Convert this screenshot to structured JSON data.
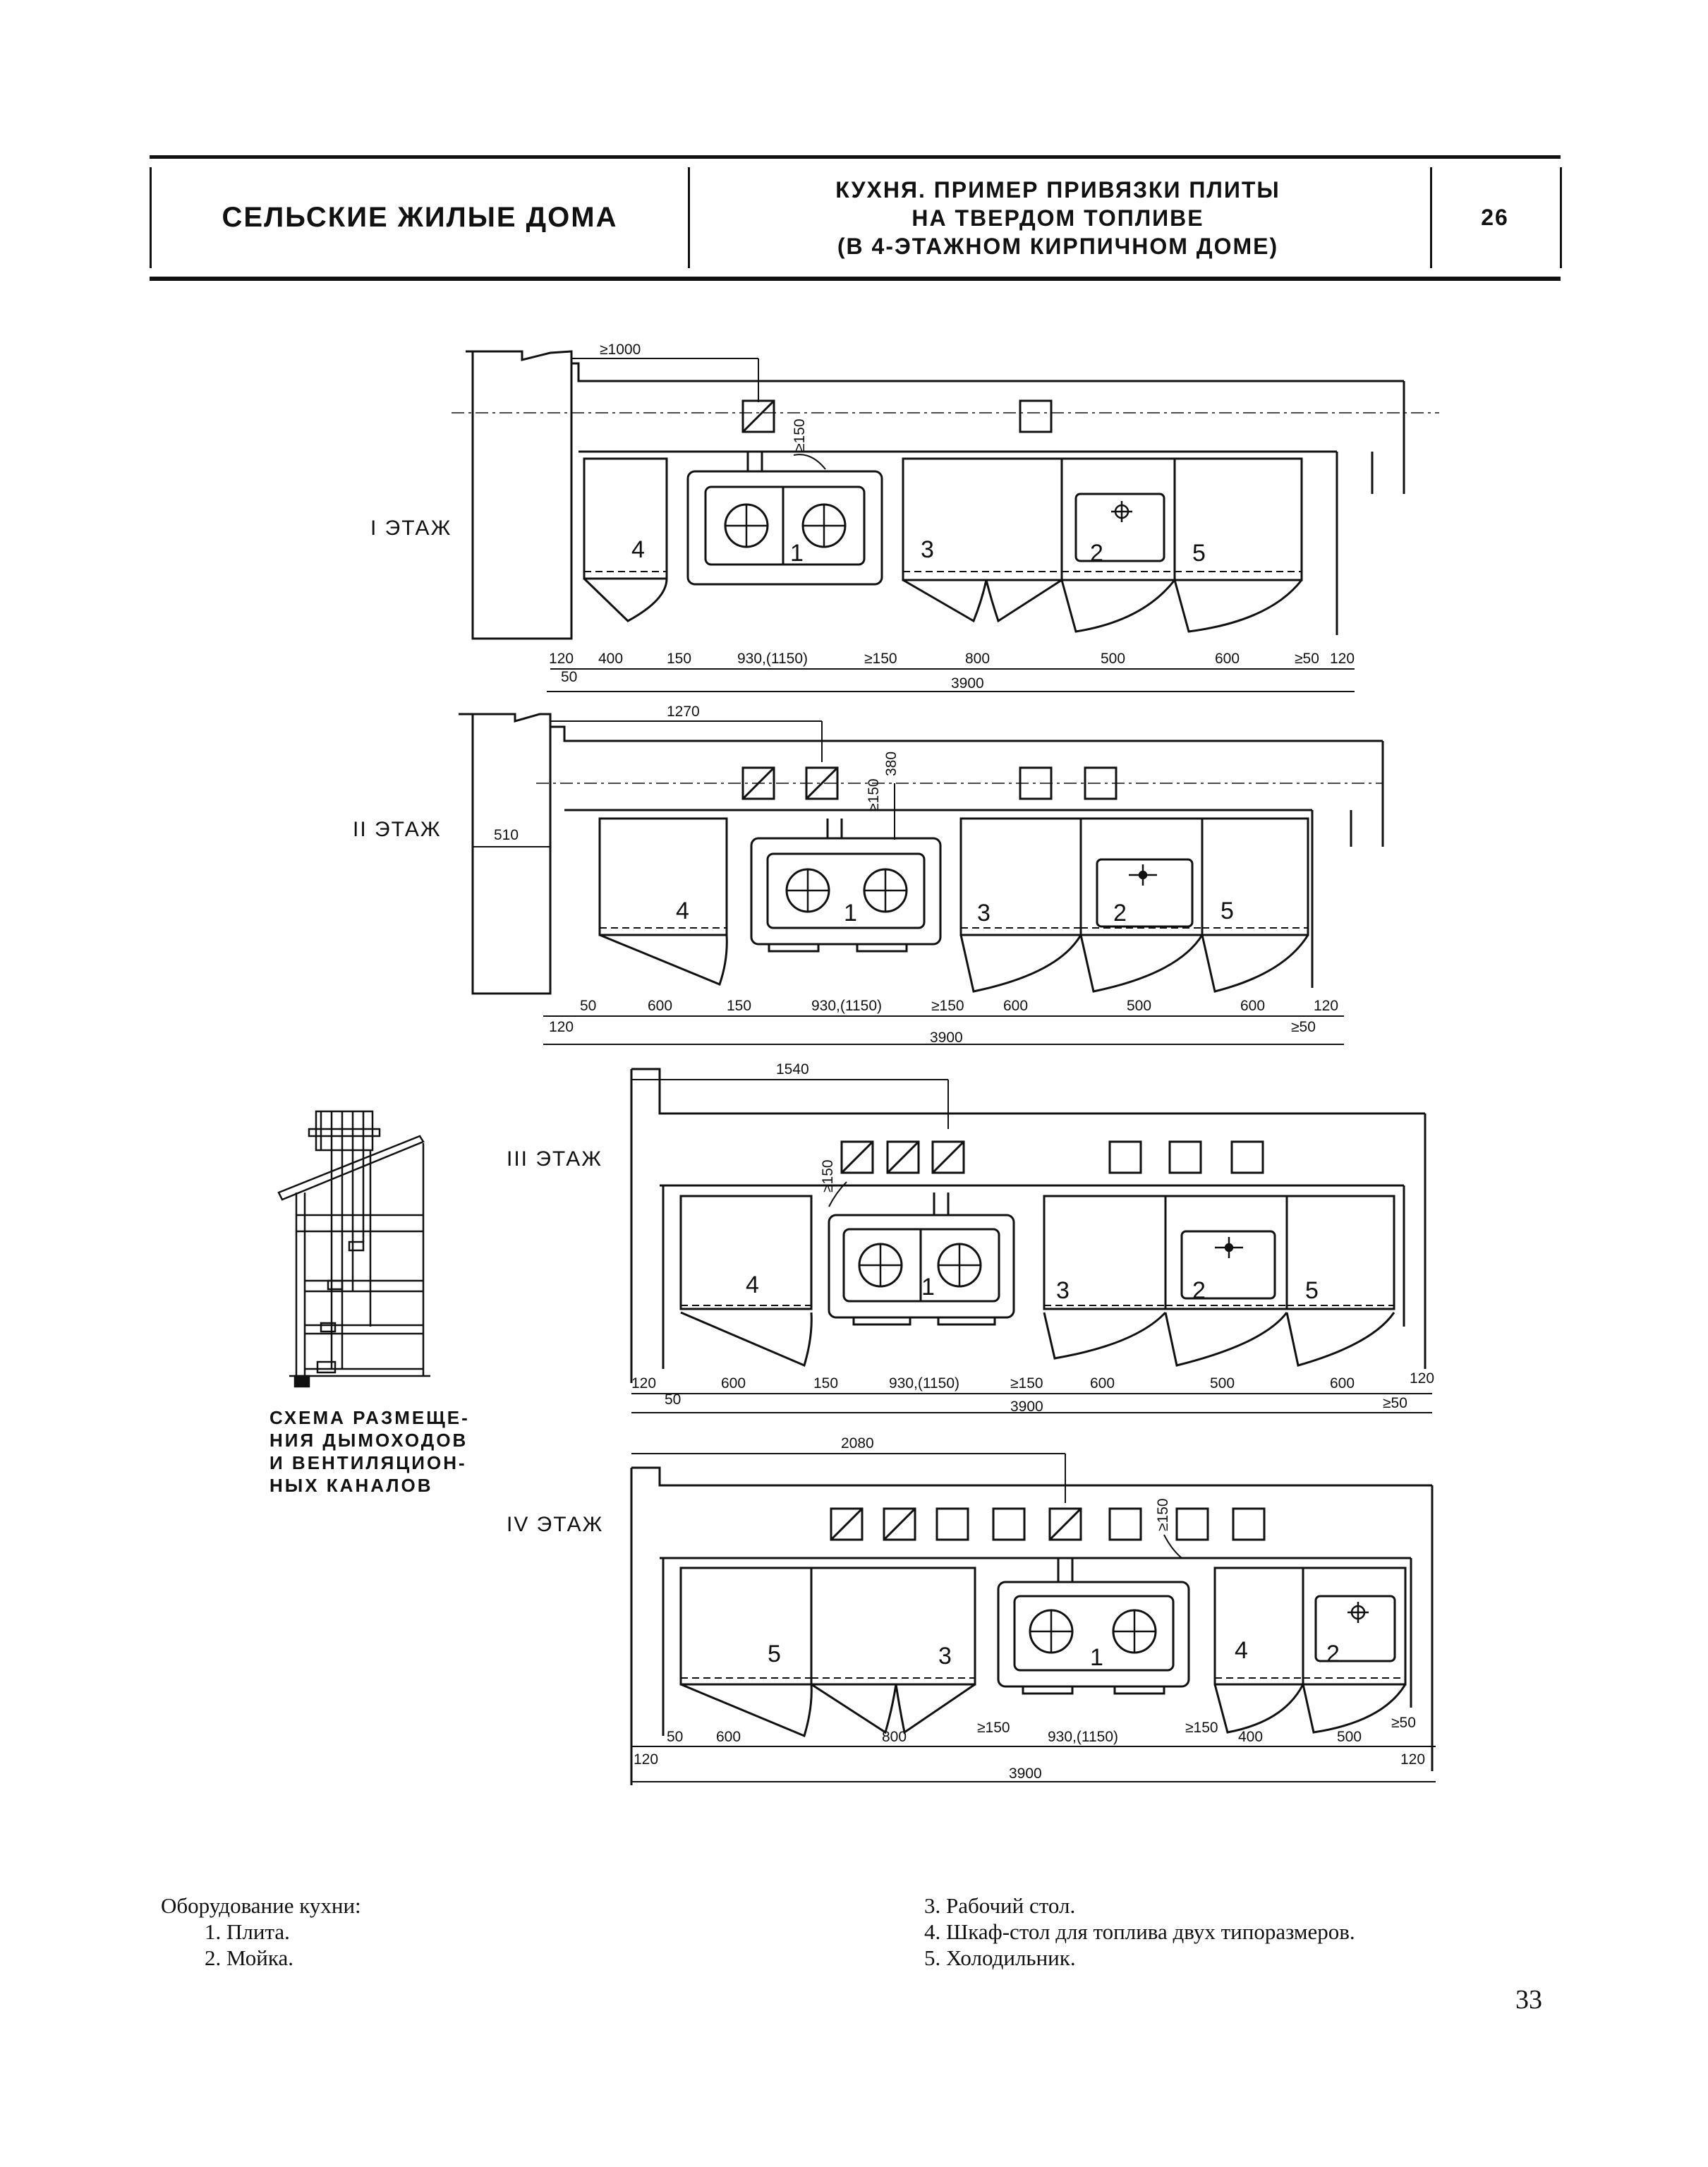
{
  "header": {
    "left_title": "СЕЛЬСКИЕ ЖИЛЫЕ ДОМА",
    "center_line1": "КУХНЯ. ПРИМЕР ПРИВЯЗКИ ПЛИТЫ",
    "center_line2": "НА ТВЕРДОМ ТОПЛИВЕ",
    "center_line3": "(В 4-ЭТАЖНОМ КИРПИЧНОМ ДОМЕ)",
    "sheet_number": "26"
  },
  "floors": [
    {
      "label": "I ЭТАЖ",
      "offset_dim": "≥1000",
      "flue_clearance": "≥150",
      "dims_row": [
        "120",
        "400",
        "150",
        "930,(1150)",
        "≥150",
        "800",
        "500",
        "600",
        "≥50",
        "120"
      ],
      "dim_left_small": "50",
      "total": "3900",
      "items": [
        "4",
        "1",
        "3",
        "2",
        "5"
      ]
    },
    {
      "label": "II ЭТАЖ",
      "offset_dim": "1270",
      "wall_dim": "510",
      "flue_clearance": "≥150",
      "flue_depth": "380",
      "dims_row": [
        "50",
        "600",
        "150",
        "930,(1150)",
        "≥150",
        "600",
        "500",
        "600",
        "120"
      ],
      "dim_left_small": "120",
      "dim_right_small": "≥50",
      "total": "3900",
      "items": [
        "4",
        "1",
        "3",
        "2",
        "5"
      ]
    },
    {
      "label": "III ЭТАЖ",
      "offset_dim": "1540",
      "flue_clearance": "≥150",
      "dims_row": [
        "120",
        "600",
        "150",
        "930,(1150)",
        "≥150",
        "600",
        "500",
        "600",
        "120"
      ],
      "dim_left_small": "50",
      "dim_right_small": "≥50",
      "total": "3900",
      "items": [
        "4",
        "1",
        "3",
        "2",
        "5"
      ]
    },
    {
      "label": "IV ЭТАЖ",
      "offset_dim": "2080",
      "flue_clearance": "≥150",
      "dims_row": [
        "50",
        "600",
        "800",
        "≥150",
        "930,(1150)",
        "≥150",
        "400",
        "500",
        "≥50"
      ],
      "dim_left_small": "120",
      "dim_right_small": "120",
      "total": "3900",
      "items": [
        "5",
        "3",
        "1",
        "4",
        "2"
      ]
    }
  ],
  "scheme_caption": [
    "СХЕМА РАЗМЕЩЕ-",
    "НИЯ ДЫМОХОДОВ",
    "И ВЕНТИЛЯЦИОН-",
    "НЫХ КАНАЛОВ"
  ],
  "legend": {
    "title": "Оборудование кухни:",
    "items": [
      "1. Плита.",
      "2. Мойка.",
      "3. Рабочий стол.",
      "4. Шкаф-стол для топлива двух типоразмеров.",
      "5. Холодильник."
    ]
  },
  "page_number": "33"
}
